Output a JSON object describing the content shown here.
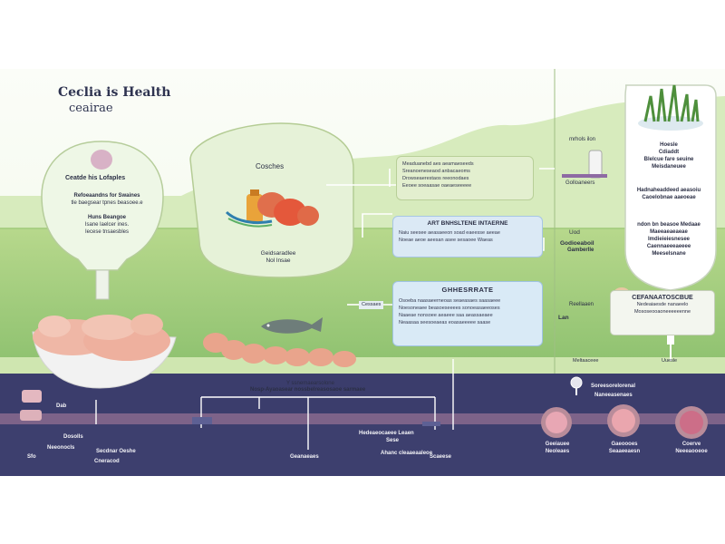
{
  "title": {
    "line1": "Ceclia is Health",
    "line2": "ceairae"
  },
  "left_bulb": {
    "heading": "Ceatde his Lofaples",
    "rows": [
      "Refoeaandns for Swaines",
      "tle baegsear tpnes beasoee.e",
      "Huns Beangoe",
      "Isane laelcer ines.",
      "Iecese tnsaesbles"
    ]
  },
  "middle_bubble": {
    "title": "Cosches",
    "caption_line1": "Geidsaradlee",
    "caption_line2": "Nol lnsae"
  },
  "green_box": {
    "lines": [
      "Meaduanebd aes aeamaeseeds",
      "Sreanoeneseaod anbacaeoms",
      "Drowseaerestaos reeonodaes",
      "Eeoee soeaasae oaeaeseeeee"
    ]
  },
  "blue_box_1": {
    "header": "ART BNHSLTENE INTAERNE",
    "lines": [
      "Naiu seesee aeasaeeon soad eaeesse aeeae",
      "Noeae aeoe aeesan asee sesaoee Waeas"
    ]
  },
  "blue_box_2": {
    "header": "GHHESRRATE",
    "lines": [
      "Osoeba naasaeerneoas seaeasaes saasaeee",
      "Noesoneaee beasoeseeees sonoeasaeeoses",
      "Naaeae nonsoee aeaeee saa aeassaeaee",
      "Neaasaa seesoeaeas eoasaeeeee saase"
    ]
  },
  "mid_labels": {
    "green_label": "Golloaneers",
    "small_box": "Cessaes",
    "fish_arrow": ""
  },
  "right_panel": {
    "top_lines": [
      "Hoesle",
      "Cdiaddt",
      "Blelcue fare seuine",
      "Meisdaneuee"
    ],
    "mid_lines": [
      "Hadnaheaddeed aeasoiu",
      "Caoelobnae aaeoeae"
    ],
    "lower_lines": [
      "ndon bn beasoe Medaae",
      "Maeeaeaeaeae",
      "Imdieieiesnesee",
      "Caennaeeeaeeee",
      "Meeselsnane"
    ],
    "box": {
      "header": "CEFANAATOSCBUE",
      "lines": [
        "Nedeaiaesde nanaeelo",
        "Mososeooaoneeeeeenne"
      ]
    }
  },
  "side_labels": {
    "v1": "mrhols ilon",
    "v2": "Uod",
    "v3": "Godioeaboil",
    "v4": "Gamberlle",
    "v5": "Reellaaen",
    "v6": "Lan",
    "v7": "Meltaaceee",
    "v8": "Uuesle"
  },
  "bottom": {
    "timeline_title": "Nosp-Ayaoasear nossbelreasosaoe sarmaee",
    "timeline_sub": "Y ssnemaearsolone",
    "left_items": [
      "Dab",
      "Dosolls",
      "Neeonocls",
      "Secdnar Oeshe",
      "Cneracod",
      "Sfo"
    ],
    "center_items": [
      "Hedeaeocaeee Leaen",
      "Sese",
      "Ahanc cleaaeaaleoe",
      "Geanaeaes",
      "Scaeese"
    ],
    "right_header": "Soreesorelorenal",
    "right_sub": "Naneeasenaes",
    "organs": [
      {
        "cap1": "Geeiauee",
        "cap2": "Neoleaes"
      },
      {
        "cap1": "Gaeoooes",
        "cap2": "Seaaeeaesn"
      },
      {
        "cap1": "Coerve",
        "cap2": "Neeeaooeoe"
      }
    ]
  },
  "colors": {
    "grass": "#8fc070",
    "grass_light": "#c9e2a4",
    "navy": "#3d3f6e",
    "band": "#7a5f86",
    "bubble_fill": "#e8f3dc"
  }
}
